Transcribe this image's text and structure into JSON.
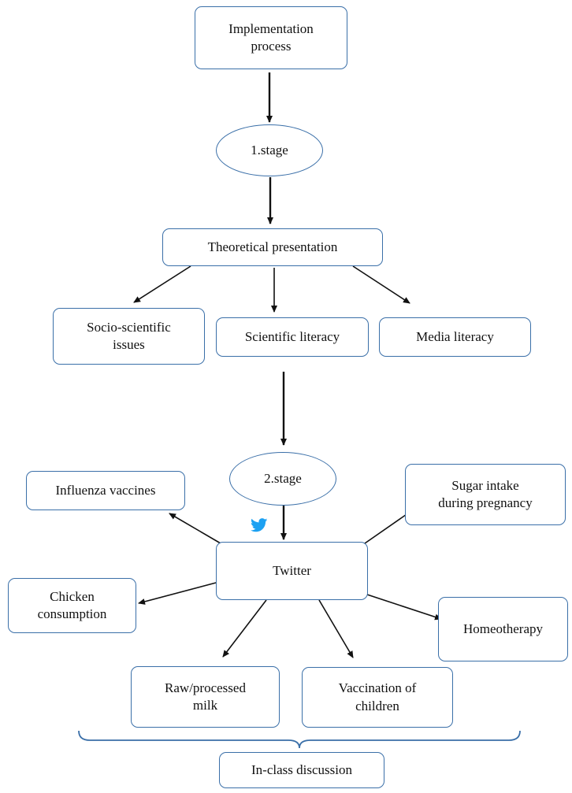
{
  "colors": {
    "box_border": "#3a6fa8",
    "arrow": "#111111",
    "bird_icon": "#1da1f2"
  },
  "nodes": {
    "implementation": "Implementation\nprocess",
    "stage1": "1.stage",
    "theoretical": "Theoretical presentation",
    "socio": "Socio-scientific\nissues",
    "scientific": "Scientific literacy",
    "media": "Media literacy",
    "stage2": "2.stage",
    "influenza": "Influenza vaccines",
    "sugar": "Sugar intake\nduring pregnancy",
    "twitter": "Twitter",
    "chicken": "Chicken\nconsumption",
    "homeotherapy": "Homeotherapy",
    "milk": "Raw/processed\nmilk",
    "vaccination": "Vaccination of\nchildren",
    "discussion": "In-class discussion"
  },
  "icons": {
    "twitter_bird": "twitter-bird-icon"
  }
}
